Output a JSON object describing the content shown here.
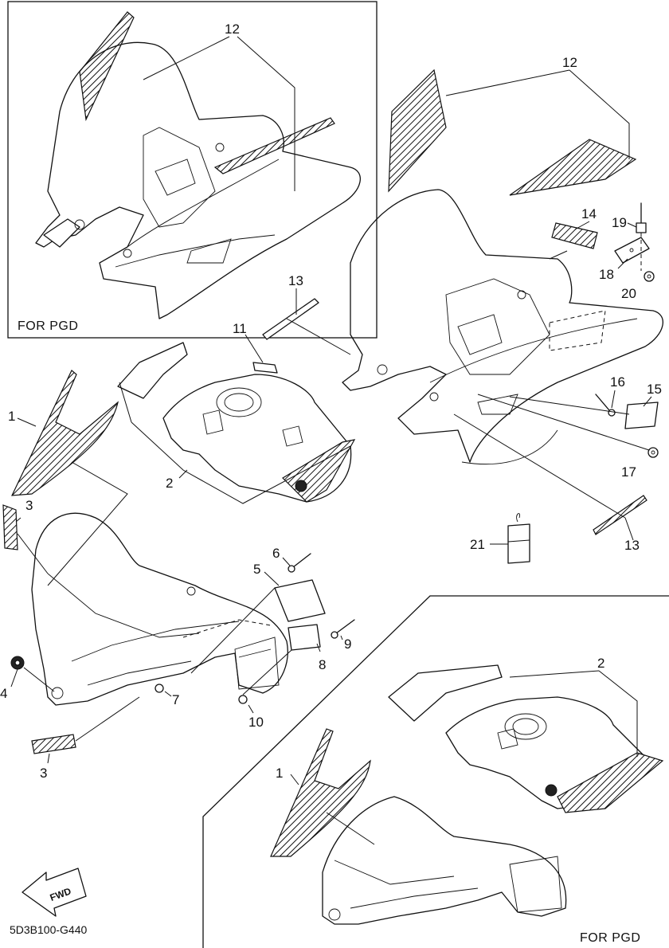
{
  "diagram": {
    "callouts": {
      "c1a": "1",
      "c2a": "2",
      "c3a": "3",
      "c3b": "3",
      "c4": "4",
      "c5": "5",
      "c6": "6",
      "c7": "7",
      "c8": "8",
      "c9": "9",
      "c10": "10",
      "c11": "11",
      "c12a": "12",
      "c12b": "12",
      "c13a": "13",
      "c13b": "13",
      "c14": "14",
      "c15": "15",
      "c16": "16",
      "c17": "17",
      "c18": "18",
      "c19": "19",
      "c20": "20",
      "c21": "21",
      "c1b": "1",
      "c2b": "2"
    },
    "box_top_left_caption": "FOR PGD",
    "box_bottom_right_caption": "FOR PGD",
    "fwd_label": "FWD",
    "drawing_code": "5D3B100-G440"
  }
}
